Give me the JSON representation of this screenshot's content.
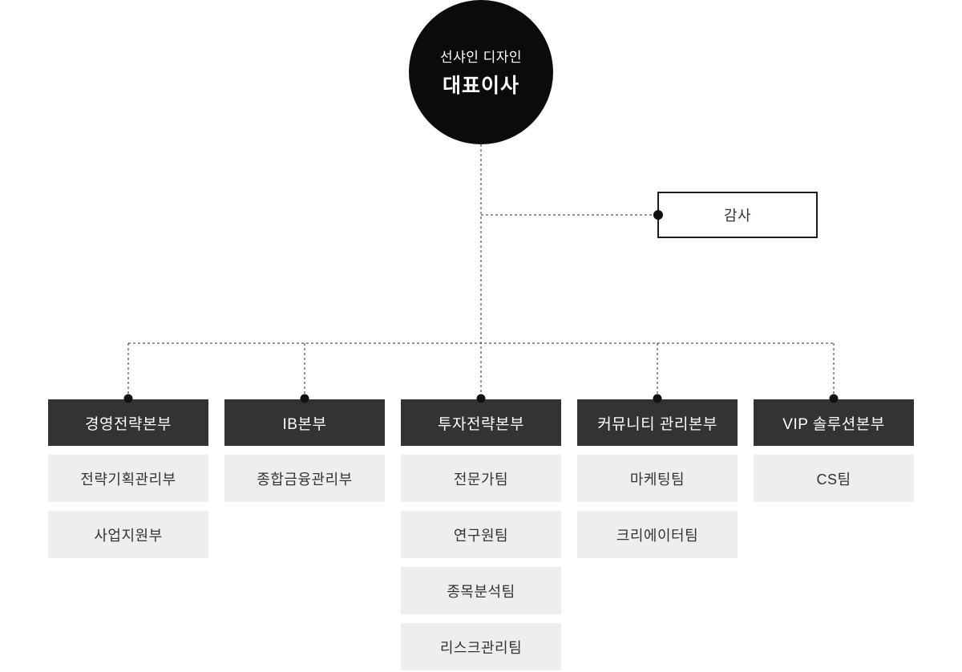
{
  "chart_type": "org-chart",
  "ceo": {
    "company": "선샤인 디자인",
    "title": "대표이사"
  },
  "audit": {
    "label": "감사"
  },
  "departments": [
    {
      "name": "경영전략본부",
      "teams": [
        "전략기획관리부",
        "사업지원부"
      ]
    },
    {
      "name": "IB본부",
      "teams": [
        "종합금융관리부"
      ]
    },
    {
      "name": "투자전략본부",
      "teams": [
        "전문가팀",
        "연구원팀",
        "종목분석팀",
        "리스크관리팀"
      ]
    },
    {
      "name": "커뮤니티 관리본부",
      "teams": [
        "마케팅팀",
        "크리에이터팀"
      ]
    },
    {
      "name": "VIP 솔루션본부",
      "teams": [
        "CS팀"
      ]
    }
  ],
  "colors": {
    "ceo_circle_bg": "#0b0b0b",
    "ceo_text": "#ffffff",
    "dept_header_bg": "#333333",
    "dept_header_text": "#ffffff",
    "team_bg": "#eeeeee",
    "team_text": "#333333",
    "audit_border": "#1c1c1c",
    "connector_line": "#2b2b2b",
    "background": "#ffffff"
  }
}
